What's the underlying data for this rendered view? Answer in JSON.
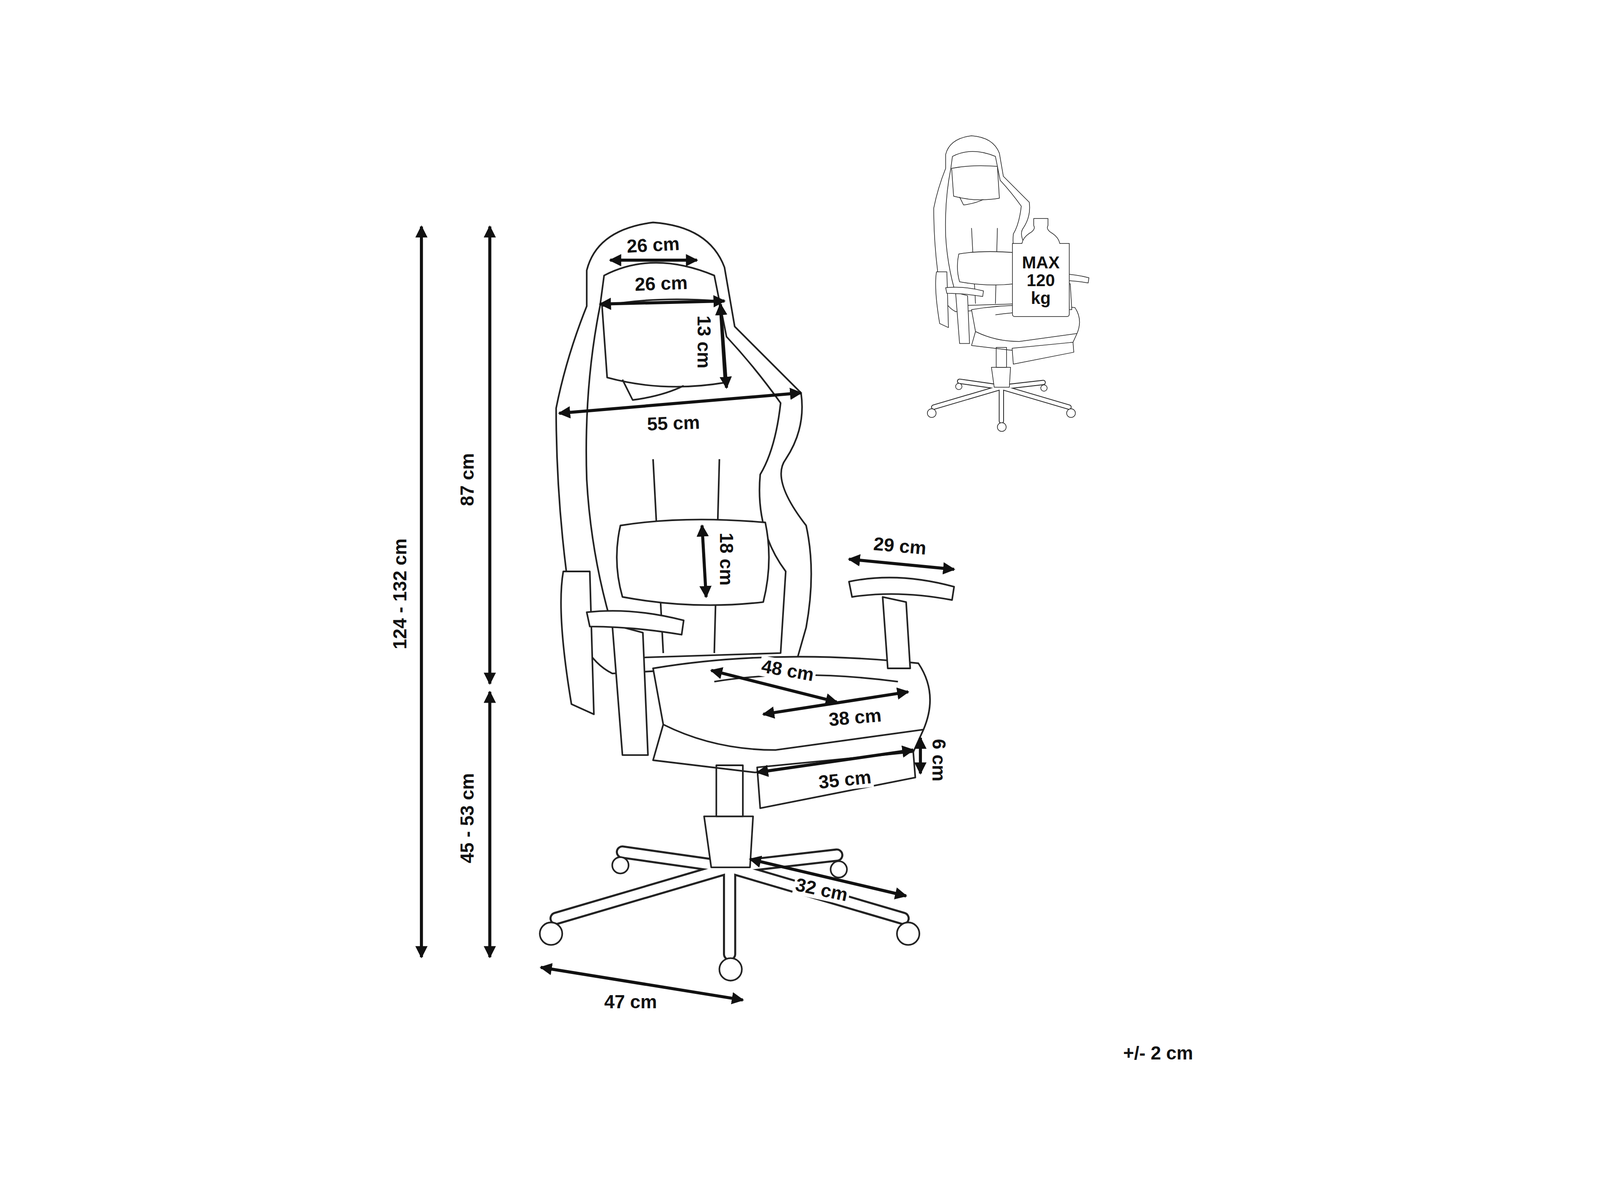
{
  "diagram": {
    "nodes": [
      {
        "text": [
          "MAX 120 kg"
        ]
      }
    ],
    "labels": [
      "26 cm",
      "26 cm",
      "13 cm",
      "55 cm",
      "87 cm",
      "124 - 132 cm",
      "18 cm",
      "29 cm",
      "48 cm",
      "38 cm",
      "35 cm",
      "6 cm",
      "45 - 53 cm",
      "32 cm",
      "47 cm",
      "+/- 2 cm"
    ]
  }
}
